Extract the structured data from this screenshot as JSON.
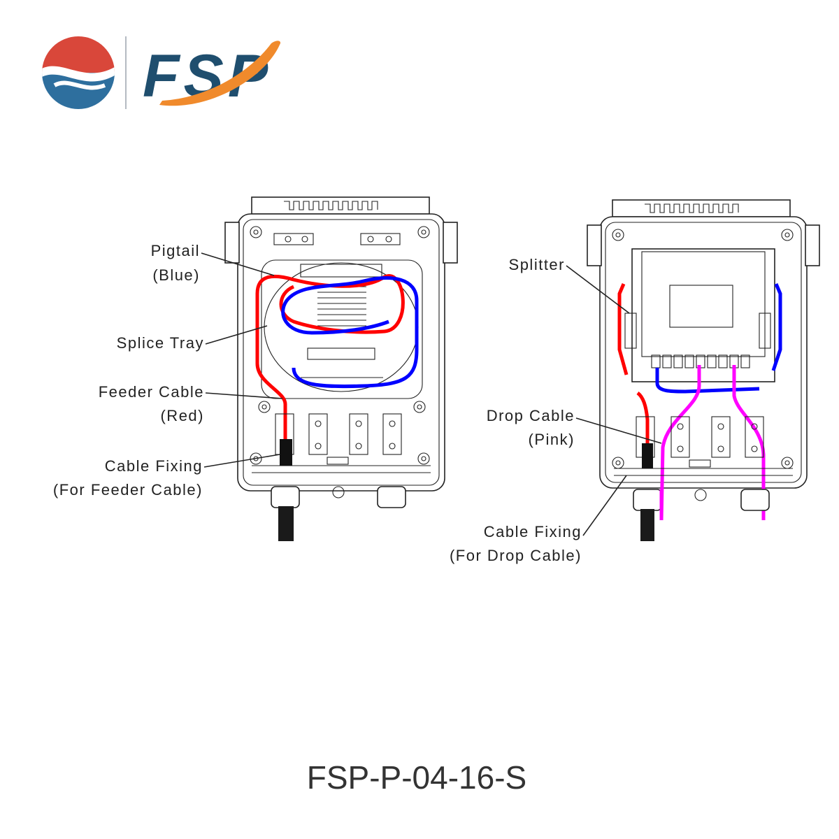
{
  "logo": {
    "wordmark": "FSP",
    "colors": {
      "red": "#d9473a",
      "blue": "#2e6f9e",
      "navy": "#1f4e6e",
      "orange": "#f08a2c"
    }
  },
  "left_panel": {
    "labels": {
      "pigtail": [
        "Pigtail",
        "(Blue)"
      ],
      "splice_tray": "Splice Tray",
      "feeder_cable": [
        "Feeder Cable",
        "(Red)"
      ],
      "cable_fixing": [
        "Cable Fixing",
        "(For Feeder Cable)"
      ]
    }
  },
  "right_panel": {
    "labels": {
      "splitter": "Splitter",
      "drop_cable": [
        "Drop Cable",
        "(Pink)"
      ],
      "cable_fixing": [
        "Cable Fixing",
        "(For Drop Cable)"
      ]
    }
  },
  "cable_colors": {
    "feeder": "#ff0000",
    "pigtail": "#0000ff",
    "drop": "#ff00ff",
    "outer": "#1a1a1a"
  },
  "model_number": "FSP-P-04-16-S"
}
